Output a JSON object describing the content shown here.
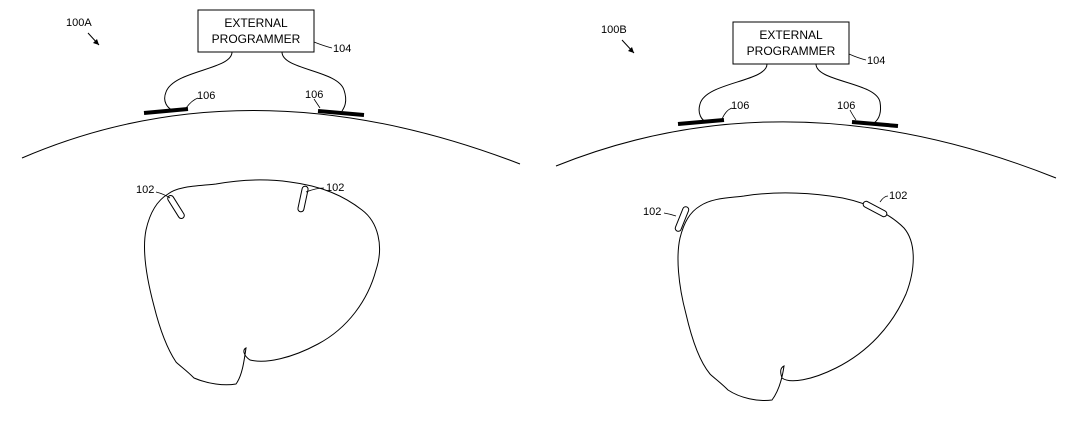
{
  "panels": [
    {
      "id": "100A",
      "ref_label": "100A",
      "programmer": {
        "line1": "EXTERNAL",
        "line2": "PROGRAMMER",
        "ref": "104"
      },
      "electrode_left_ref": "106",
      "electrode_right_ref": "106",
      "implant_left_ref": "102",
      "implant_right_ref": "102"
    },
    {
      "id": "100B",
      "ref_label": "100B",
      "programmer": {
        "line1": "EXTERNAL",
        "line2": "PROGRAMMER",
        "ref": "104"
      },
      "electrode_left_ref": "106",
      "electrode_right_ref": "106",
      "implant_left_ref": "102",
      "implant_right_ref": "102"
    }
  ]
}
